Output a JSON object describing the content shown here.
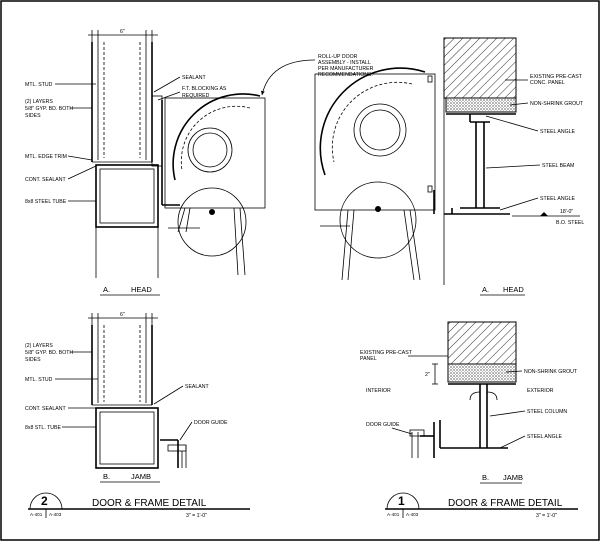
{
  "colors": {
    "ink": "#000000",
    "paper": "#ffffff"
  },
  "detail2": {
    "number": "2",
    "title": "DOOR & FRAME DETAIL",
    "scale": "3\" = 1'-0\"",
    "refs": [
      "A-401",
      "A-403"
    ],
    "head": {
      "caption_letter": "A.",
      "caption_name": "HEAD",
      "dim": "6\"",
      "labels": {
        "stud": "MTL. STUD",
        "layers_1": "(2) LAYERS",
        "layers_2": "5/8\" GYP. BD. BOTH",
        "layers_3": "SIDES",
        "trim": "MTL. EDGE TRIM",
        "cont_sealant": "CONT. SEALANT",
        "tube": "8x8 STEEL TUBE",
        "sealant": "SEALANT",
        "blocking_1": "F.T. BLOCKING AS",
        "blocking_2": "REQUIRED"
      }
    },
    "jamb": {
      "caption_letter": "B.",
      "caption_name": "JAMB",
      "dim": "6\"",
      "labels": {
        "layers_1": "(2) LAYERS",
        "layers_2": "5/8\" GYP. BD. BOTH",
        "layers_3": "SIDES",
        "stud": "MTL. STUD",
        "sealant": "SEALANT",
        "cont_sealant": "CONT. SEALANT",
        "tube": "8x8 STL. TUBE",
        "guide": "DOOR GUIDE"
      }
    }
  },
  "detail1": {
    "number": "1",
    "title": "DOOR & FRAME DETAIL",
    "scale": "3\" = 1'-0\"",
    "refs": [
      "A-401",
      "A-403"
    ],
    "head": {
      "caption_letter": "A.",
      "caption_name": "HEAD",
      "labels": {
        "rollup_1": "ROLL-UP DOOR",
        "rollup_2": "ASSEMBLY - INSTALL",
        "rollup_3": "PER MANUFACTURER",
        "rollup_4": "RECOMMENDATIONS.",
        "panel_1": "EXISTING PRE-CAST",
        "panel_2": "CONC. PANEL",
        "grout": "NON-SHRINK GROUT",
        "angle_top": "STEEL ANGLE",
        "beam": "STEEL BEAM",
        "angle_bottom": "STEEL ANGLE",
        "elev_1": "18'-0\"",
        "elev_2": "B.O. STEEL"
      }
    },
    "jamb": {
      "caption_letter": "B.",
      "caption_name": "JAMB",
      "labels": {
        "panel_1": "EXISTING PRE-CAST",
        "panel_2": "PANEL",
        "dim": "2\"",
        "grout": "NON-SHRINK GROUT",
        "interior": "INTERIOR",
        "exterior": "EXTERIOR",
        "column": "STEEL COLUMN",
        "guide": "DOOR GUIDE",
        "angle": "STEEL ANGLE"
      }
    }
  }
}
